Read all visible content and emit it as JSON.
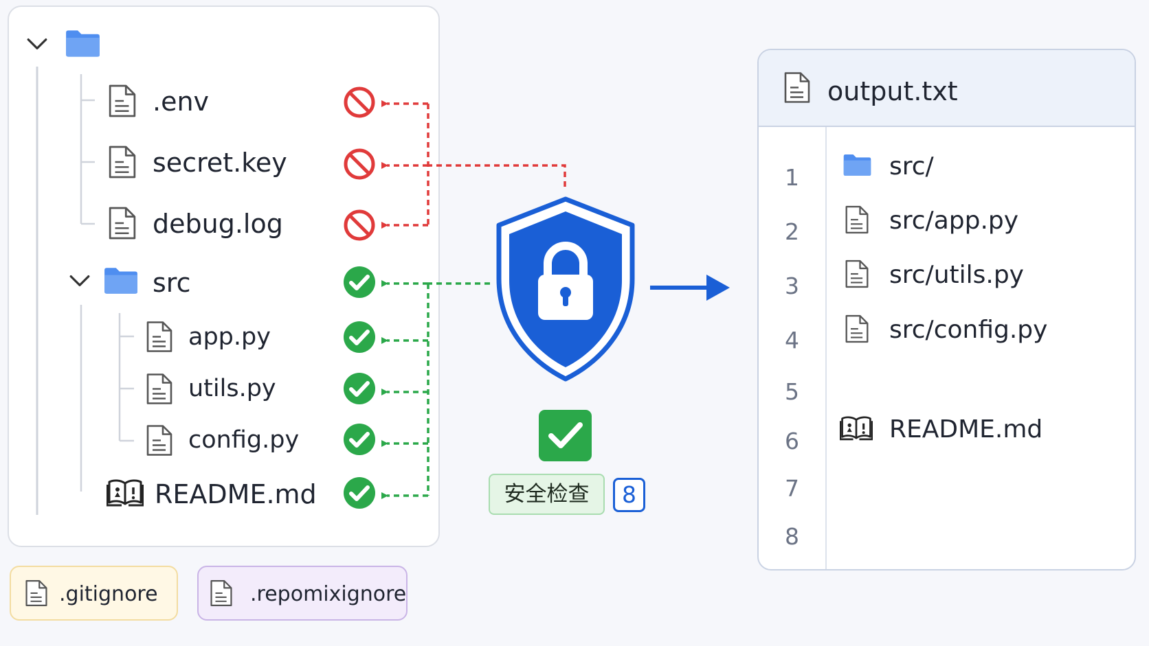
{
  "tree": {
    "ignored_files": [
      ".env",
      "secret.key",
      "debug.log"
    ],
    "folder": "src",
    "src_files": [
      "app.py",
      "utils.py",
      "config.py"
    ],
    "readme": "README.md"
  },
  "security_check": {
    "label": "安全检查",
    "count": "8"
  },
  "output": {
    "filename": "output.txt",
    "line_numbers": [
      "1",
      "2",
      "3",
      "4",
      "5",
      "6",
      "7",
      "8"
    ],
    "lines": [
      "src/",
      "src/app.py",
      "src/utils.py",
      "src/config.py",
      "README.md"
    ]
  },
  "ignore_files": [
    ".gitignore",
    ".repomixignore"
  ],
  "colors": {
    "excluded": "#e03a3a",
    "included": "#2ba84a",
    "shield": "#1a5fd6",
    "folder": "#4f8ef0",
    "arrow": "#1a5fd6",
    "gitignore_bg": "#fff8e5",
    "repomixignore_bg": "#f3ecfb"
  },
  "icons": {
    "file": "file-icon",
    "folder": "folder-icon",
    "readme": "book-icon",
    "excluded": "ban-icon",
    "included": "check-circle-icon",
    "security": "shield-lock-icon"
  }
}
